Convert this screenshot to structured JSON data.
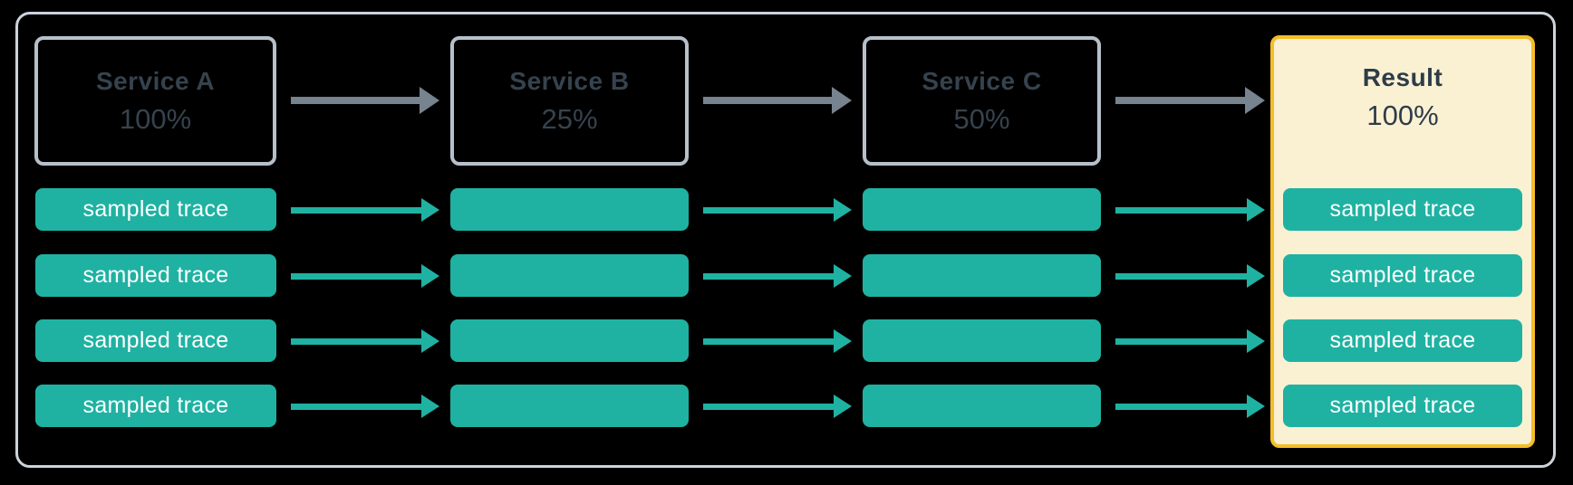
{
  "diagram": {
    "description": "Trace sampling flow across services",
    "columns": [
      {
        "label": "Service A",
        "rate": "100%"
      },
      {
        "label": "Service B",
        "rate": "25%"
      },
      {
        "label": "Service C",
        "rate": "50%"
      },
      {
        "label": "Result",
        "rate": "100%"
      }
    ],
    "trace_label": "sampled trace",
    "row_count": 4,
    "colors": {
      "canvas_background": "#000000",
      "outer_border": "#CBD3DB",
      "service_border": "#B6C0CB",
      "service_text": "#36434E",
      "arrow_gray": "#77838F",
      "trace_teal": "#1FB2A2",
      "trace_text": "#FFFFFF",
      "result_background": "#FAF1D3",
      "result_border": "#F4BD2A",
      "result_text": "#2E3C48"
    }
  }
}
